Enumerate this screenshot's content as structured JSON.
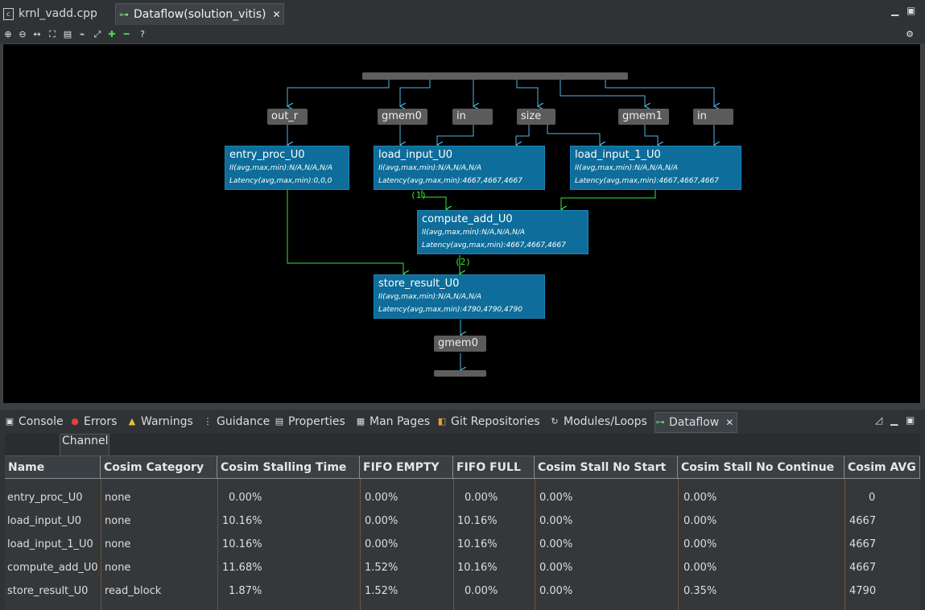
{
  "editor_tabs": [
    {
      "label": "krnl_vadd.cpp",
      "icon": "cpp-file-icon"
    },
    {
      "label": "Dataflow(solution_vitis)",
      "icon": "dataflow-icon",
      "close": "✕"
    }
  ],
  "toolbar": [
    "zoom-in-icon",
    "zoom-out-icon",
    "fit-width-icon",
    "fit-page-icon",
    "layout-icon",
    "route-icon",
    "link-icon",
    "expand-icon",
    "collapse-icon",
    "help-icon"
  ],
  "ports": {
    "out_r": "out_r",
    "gmem0_in": "gmem0",
    "in1": "in",
    "size": "size",
    "gmem1": "gmem1",
    "in2": "in",
    "gmem0_out": "gmem0"
  },
  "nodes": {
    "entry_proc": {
      "title": "entry_proc_U0",
      "ii": "II(avg,max,min):N/A,N/A,N/A",
      "lat": "Latency(avg,max,min):0,0,0"
    },
    "load_input": {
      "title": "load_input_U0",
      "ii": "II(avg,max,min):N/A,N/A,N/A",
      "lat": "Latency(avg,max,min):4667,4667,4667"
    },
    "load_input_1": {
      "title": "load_input_1_U0",
      "ii": "II(avg,max,min):N/A,N/A,N/A",
      "lat": "Latency(avg,max,min):4667,4667,4667"
    },
    "compute_add": {
      "title": "compute_add_U0",
      "ii": "II(avg,max,min):N/A,N/A,N/A",
      "lat": "Latency(avg,max,min):4667,4667,4667"
    },
    "store_result": {
      "title": "store_result_U0",
      "ii": "II(avg,max,min):N/A,N/A,N/A",
      "lat": "Latency(avg,max,min):4790,4790,4790"
    }
  },
  "channel_labels": {
    "c1": "(1)",
    "c2": "(2)"
  },
  "view_tabs": [
    {
      "label": "Console",
      "icon": "console-icon"
    },
    {
      "label": "Errors",
      "icon": "errors-icon"
    },
    {
      "label": "Warnings",
      "icon": "warnings-icon"
    },
    {
      "label": "Guidance",
      "icon": "guidance-icon"
    },
    {
      "label": "Properties",
      "icon": "properties-icon"
    },
    {
      "label": "Man Pages",
      "icon": "man-pages-icon"
    },
    {
      "label": "Git Repositories",
      "icon": "git-icon"
    },
    {
      "label": "Modules/Loops",
      "icon": "modules-icon"
    },
    {
      "label": "Dataflow",
      "icon": "dataflow-icon",
      "close": "✕"
    }
  ],
  "subtab": "Channel",
  "table": {
    "columns": [
      "Name",
      "Cosim Category",
      "Cosim Stalling Time",
      "FIFO EMPTY",
      "FIFO FULL",
      "Cosim Stall No Start",
      "Cosim Stall No Continue",
      "Cosim AVG"
    ],
    "rows": [
      [
        "entry_proc_U0",
        "none",
        "0.00%",
        "0.00%",
        "0.00%",
        "0.00%",
        "0.00%",
        "0"
      ],
      [
        "load_input_U0",
        "none",
        "10.16%",
        "0.00%",
        "10.16%",
        "0.00%",
        "0.00%",
        "4667"
      ],
      [
        "load_input_1_U0",
        "none",
        "10.16%",
        "0.00%",
        "10.16%",
        "0.00%",
        "0.00%",
        "4667"
      ],
      [
        "compute_add_U0",
        "none",
        "11.68%",
        "1.52%",
        "10.16%",
        "0.00%",
        "0.00%",
        "4667"
      ],
      [
        "store_result_U0",
        "read_block",
        "1.87%",
        "1.52%",
        "0.00%",
        "0.00%",
        "0.35%",
        "4790"
      ]
    ]
  }
}
